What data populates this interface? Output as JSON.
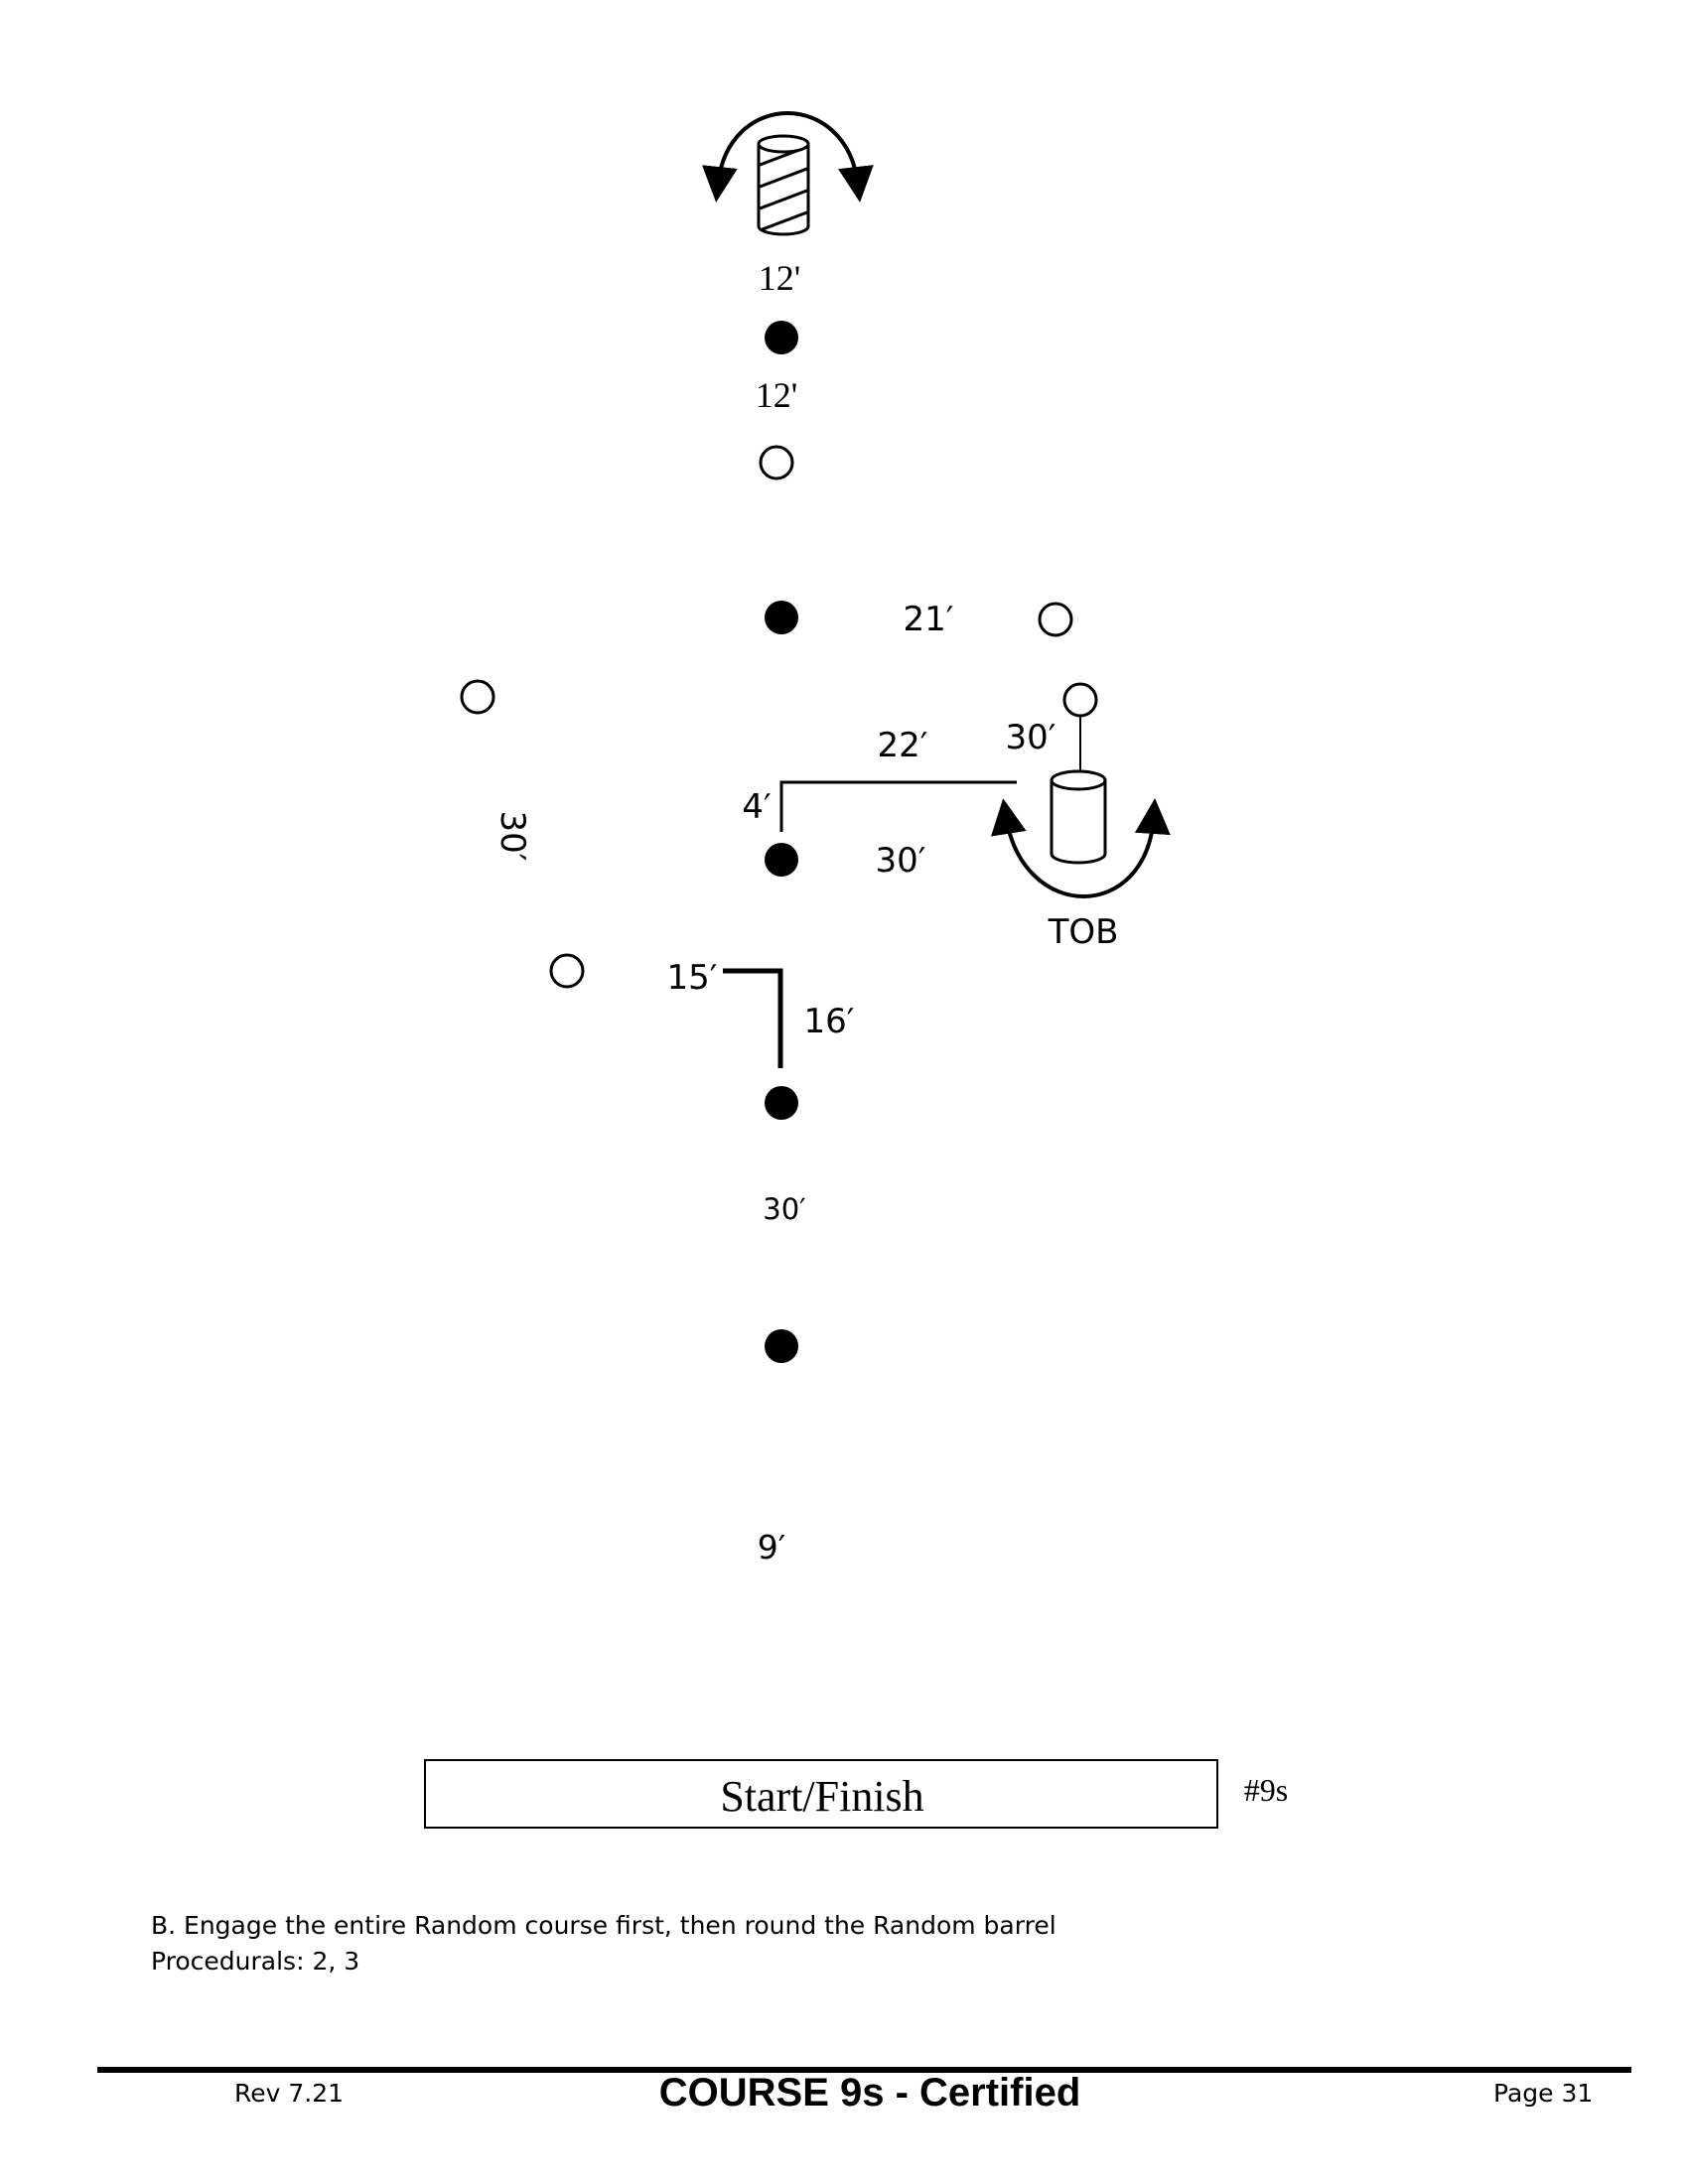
{
  "course": {
    "distances": {
      "top_to_first": "12'",
      "first_to_second": "12'",
      "right_gap": "21′",
      "to_barrel_left": "22′",
      "to_barrel_top": "30′",
      "left_offset": "4′",
      "left_rotated": "30′",
      "barrel_bottom": "30′",
      "angle_left": "15′",
      "angle_down": "16′",
      "middle": "30′",
      "bottom": "9′"
    },
    "tob_label": "TOB",
    "start_finish": "Start/Finish",
    "course_id": "#9s"
  },
  "notes": {
    "line1": "B. Engage the entire Random course first, then round the Random barrel",
    "line2": "Procedurals:  2, 3"
  },
  "footer": {
    "rev": "Rev 7.21",
    "title": "COURSE 9s - Certified",
    "page": "Page 31"
  }
}
